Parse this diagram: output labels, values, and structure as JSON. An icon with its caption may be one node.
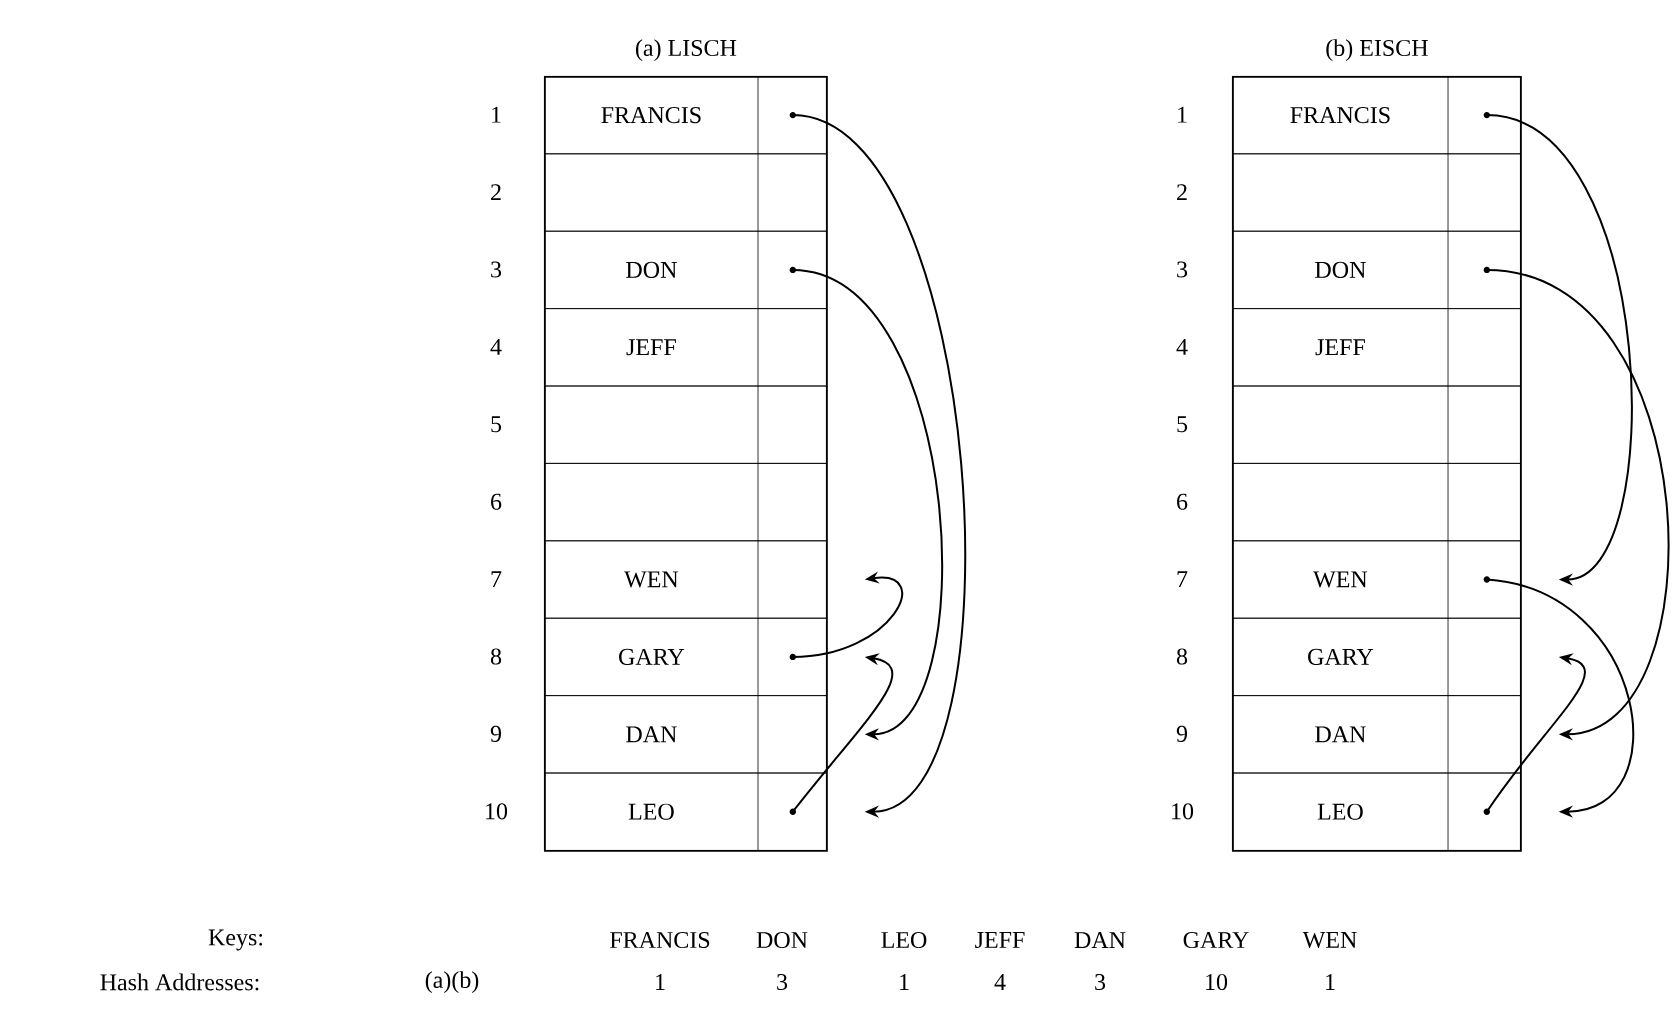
{
  "diagram": {
    "nodes": [
      {
        "text": [
          "(a) LISCH"
        ]
      },
      {
        "text": [
          "FRANCIS"
        ],
        "in": 0,
        "beside": [
          "1"
        ]
      },
      {
        "text": [],
        "shape": "box",
        "in": 0,
        "beside": [
          "2"
        ]
      },
      {
        "text": [
          "DON"
        ],
        "in": 0,
        "beside": [
          "3"
        ]
      },
      {
        "text": [
          "JEFF"
        ],
        "in": 0,
        "beside": [
          "4"
        ]
      },
      {
        "text": [],
        "shape": "box",
        "in": 0,
        "beside": [
          "5"
        ]
      },
      {
        "text": [],
        "shape": "box",
        "in": 0,
        "beside": [
          "6"
        ]
      },
      {
        "text": [
          "WEN"
        ],
        "in": 0,
        "beside": [
          "7"
        ]
      },
      {
        "text": [
          "GARY"
        ],
        "in": 0,
        "beside": [
          "8"
        ]
      },
      {
        "text": [
          "DAN"
        ],
        "in": 0,
        "beside": [
          "9"
        ]
      },
      {
        "text": [
          "LEO"
        ],
        "in": 0,
        "beside": [
          "10"
        ]
      },
      {
        "text": [
          "(b) EISCH"
        ]
      },
      {
        "text": [
          "FRANCIS"
        ],
        "in": 11,
        "beside": [
          "1"
        ]
      },
      {
        "text": [],
        "shape": "box",
        "in": 11,
        "beside": [
          "2"
        ]
      },
      {
        "text": [
          "DON"
        ],
        "in": 11,
        "beside": [
          "3"
        ]
      },
      {
        "text": [
          "JEFF"
        ],
        "in": 11,
        "beside": [
          "4"
        ]
      },
      {
        "text": [],
        "shape": "box",
        "in": 11,
        "beside": [
          "5"
        ]
      },
      {
        "text": [],
        "shape": "box",
        "in": 11,
        "beside": [
          "6"
        ]
      },
      {
        "text": [
          "WEN"
        ],
        "in": 11,
        "beside": [
          "7"
        ]
      },
      {
        "text": [
          "GARY"
        ],
        "in": 11,
        "beside": [
          "8"
        ]
      },
      {
        "text": [
          "DAN"
        ],
        "in": 11,
        "beside": [
          "9"
        ]
      },
      {
        "text": [
          "LEO"
        ],
        "in": 11,
        "beside": [
          "10"
        ]
      }
    ],
    "edges": [
      {
        "from": 1,
        "to": 10,
        "arrow": "to"
      },
      {
        "from": 3,
        "to": 9,
        "arrow": "to"
      },
      {
        "from": 8,
        "to": 7,
        "arrow": "to"
      },
      {
        "from": 10,
        "to": 8,
        "arrow": "to"
      },
      {
        "from": 12,
        "to": 18,
        "arrow": "to"
      },
      {
        "from": 14,
        "to": 20,
        "arrow": "to"
      },
      {
        "from": 18,
        "to": 21,
        "arrow": "to"
      },
      {
        "from": 21,
        "to": 19,
        "arrow": "to"
      }
    ],
    "labels": [
      "Keys:",
      "FRANCIS",
      "DON",
      "LEO",
      "JEFF",
      "DAN",
      "GARY",
      "WEN",
      "Hash Addresses:",
      "(a)(b)",
      "1",
      "3",
      "1",
      "4",
      "3",
      "10",
      "1"
    ]
  }
}
